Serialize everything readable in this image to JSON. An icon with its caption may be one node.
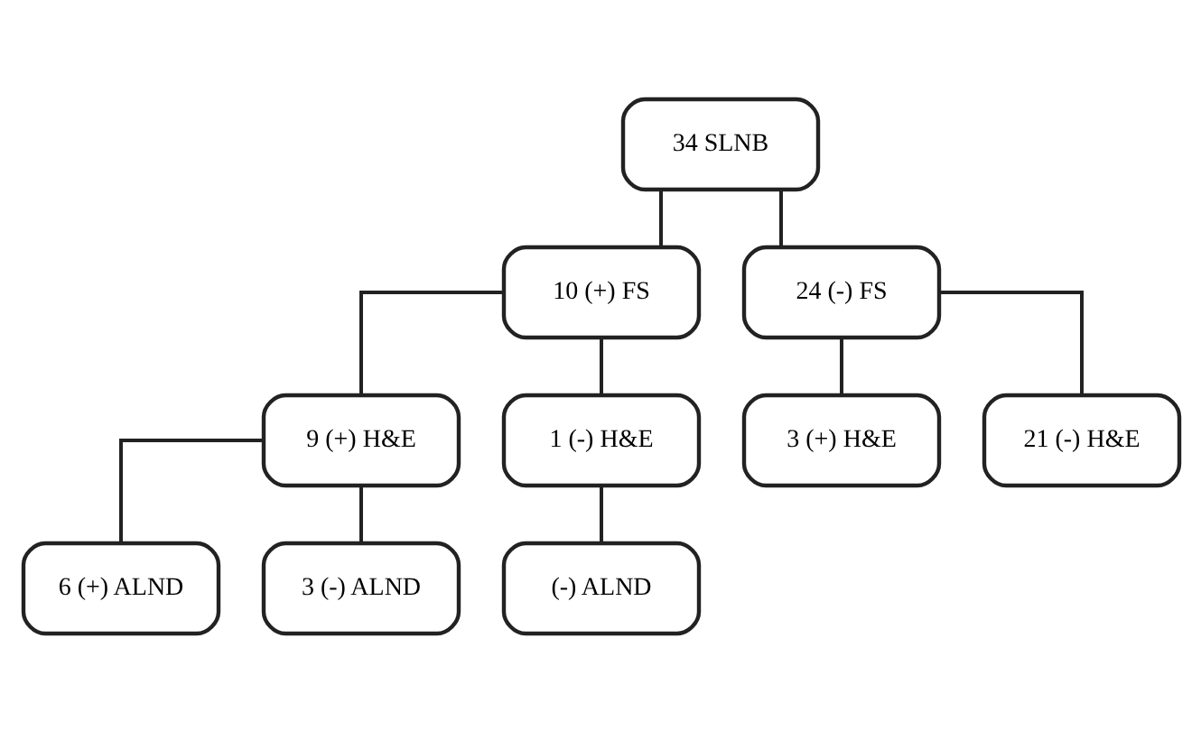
{
  "diagram": {
    "nodes": [
      {
        "text": [
          "34 SLNB"
        ]
      },
      {
        "text": [
          "10 (+) FS"
        ]
      },
      {
        "text": [
          "24 (-) FS"
        ]
      },
      {
        "text": [
          "9 (+) H&E"
        ]
      },
      {
        "text": [
          "1 (-) H&E"
        ]
      },
      {
        "text": [
          "3 (+) H&E"
        ]
      },
      {
        "text": [
          "21 (-) H&E"
        ]
      },
      {
        "text": [
          "6 (+) ALND"
        ]
      },
      {
        "text": [
          "3 (-) ALND"
        ]
      },
      {
        "text": [
          "(-) ALND"
        ]
      }
    ],
    "edges": [
      {
        "from": 0,
        "to": 1,
        "arrow": "none"
      },
      {
        "from": 0,
        "to": 2,
        "arrow": "none"
      },
      {
        "from": 1,
        "to": 3,
        "arrow": "none"
      },
      {
        "from": 1,
        "to": 4,
        "arrow": "none"
      },
      {
        "from": 2,
        "to": 5,
        "arrow": "none"
      },
      {
        "from": 2,
        "to": 6,
        "arrow": "none"
      },
      {
        "from": 3,
        "to": 7,
        "arrow": "none"
      },
      {
        "from": 3,
        "to": 8,
        "arrow": "none"
      },
      {
        "from": 4,
        "to": 9,
        "arrow": "none"
      }
    ]
  }
}
